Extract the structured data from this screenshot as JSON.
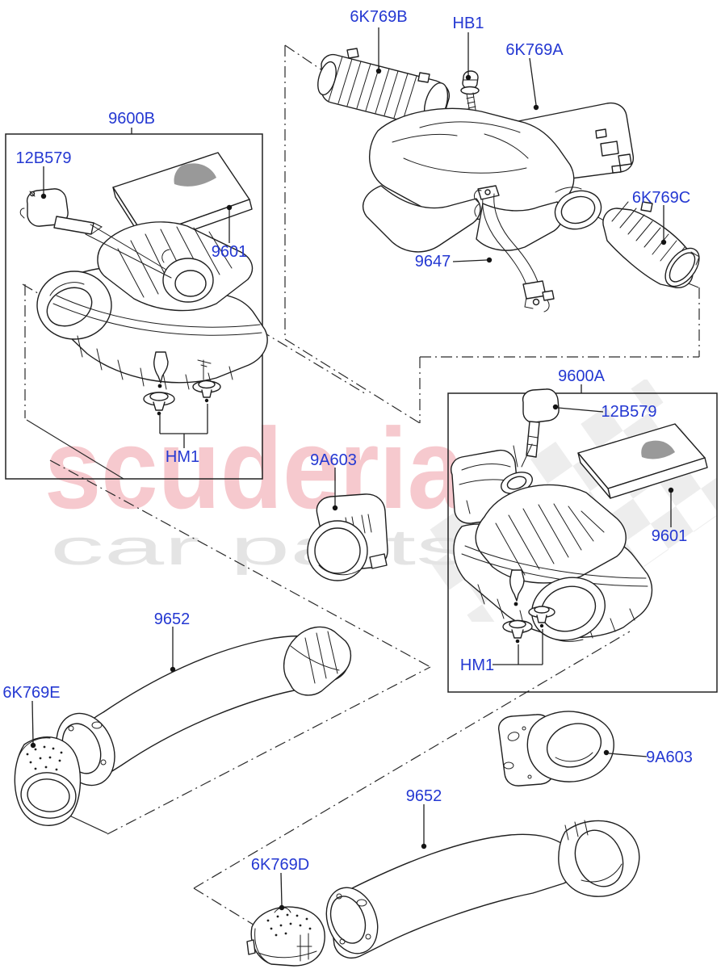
{
  "page": {
    "background": "#ffffff"
  },
  "watermark": {
    "brand": "scuderia",
    "tagline": "car parts",
    "brand_color": "#f6c9ce",
    "tagline_color": "#e4e4e4",
    "checker_color": "#ebebeb"
  },
  "colors": {
    "callout_label": "#2438d2",
    "line_art": "#1f1f1f"
  },
  "labels": {
    "hose_b": "6K769B",
    "bolt_hb1": "HB1",
    "manifold_a": "6K769A",
    "box_b": "9600B",
    "maf_left": "12B579",
    "filter_left": "9601",
    "bracket": "9647",
    "hose_c": "6K769C",
    "box_a": "9600A",
    "maf_right": "12B579",
    "filter_right": "9601",
    "hm1_right": "HM1",
    "adapter_mid": "9A603",
    "duct_left": "9652",
    "inlet_e": "6K769E",
    "adapter_right": "9A603",
    "duct_bottom": "9652",
    "inlet_d": "6K769D",
    "hm1_left": "HM1"
  }
}
